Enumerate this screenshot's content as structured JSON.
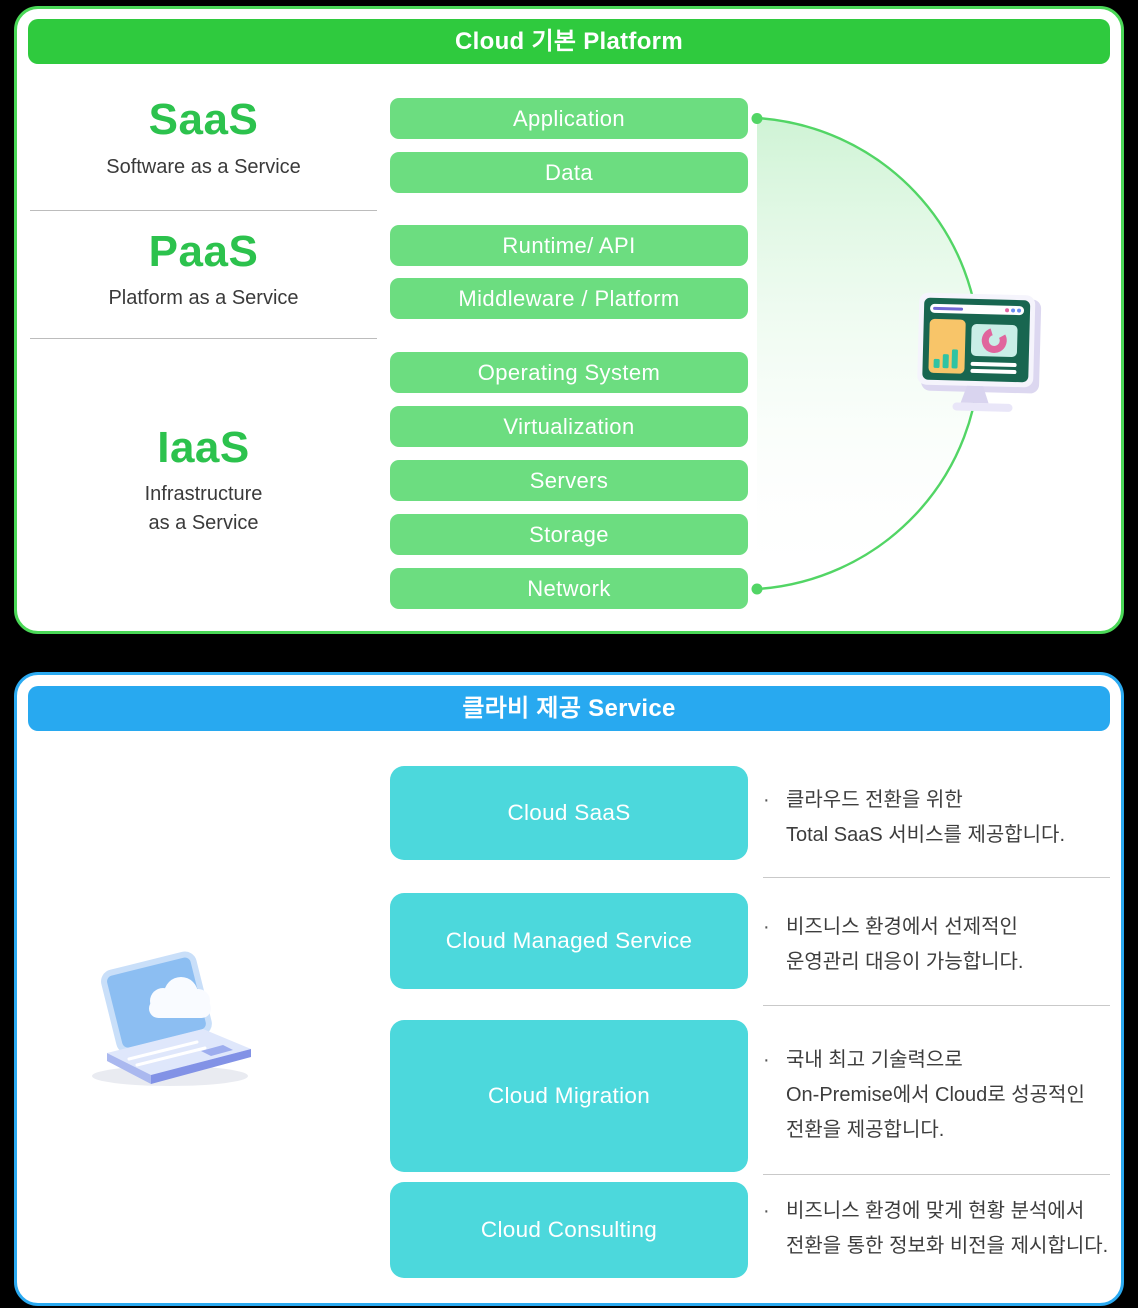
{
  "platform_card": {
    "header": "Cloud 기본 Platform",
    "categories": [
      {
        "name": "SaaS",
        "subtitle": "Software as a Service"
      },
      {
        "name": "PaaS",
        "subtitle": "Platform as a Service"
      },
      {
        "name": "IaaS",
        "subtitle_line1": "Infrastructure",
        "subtitle_line2": "as a Service"
      }
    ],
    "bars": [
      "Application",
      "Data",
      "Runtime/ API",
      "Middleware / Platform",
      "Operating System",
      "Virtualization",
      "Servers",
      "Storage",
      "Network"
    ]
  },
  "service_card": {
    "header": "클라비 제공  Service",
    "bullet": "·",
    "rows": [
      {
        "button": "Cloud SaaS",
        "lines": [
          "클라우드 전환을 위한",
          "Total SaaS 서비스를 제공합니다."
        ]
      },
      {
        "button": "Cloud Managed Service",
        "lines": [
          "비즈니스 환경에서 선제적인",
          "운영관리 대응이 가능합니다."
        ]
      },
      {
        "button": "Cloud Migration",
        "lines": [
          "국내 최고 기술력으로",
          "On-Premise에서 Cloud로 성공적인",
          "전환을 제공합니다."
        ]
      },
      {
        "button": "Cloud Consulting",
        "lines": [
          "비즈니스 환경에 맞게 현황 분석에서",
          "전환을 통한 정보화 비전을 제시합니다."
        ]
      }
    ]
  },
  "icons": {
    "monitor_illustration": "monitor-dashboard-illustration",
    "laptop_illustration": "laptop-cloud-illustration"
  },
  "colors": {
    "platform_header_bg": "#2fca3e",
    "platform_border": "#4ad857",
    "platform_bar_bg": "#6cdd80",
    "platform_accent_text": "#2cc24d",
    "platform_arc": "#52d565",
    "service_header_bg": "#28a9f0",
    "service_border": "#2baaf1",
    "service_button_bg": "#4cd8dc",
    "service_arc": "#3bd0d5",
    "body_text": "#3d3d3d",
    "page_background": "#000000"
  }
}
